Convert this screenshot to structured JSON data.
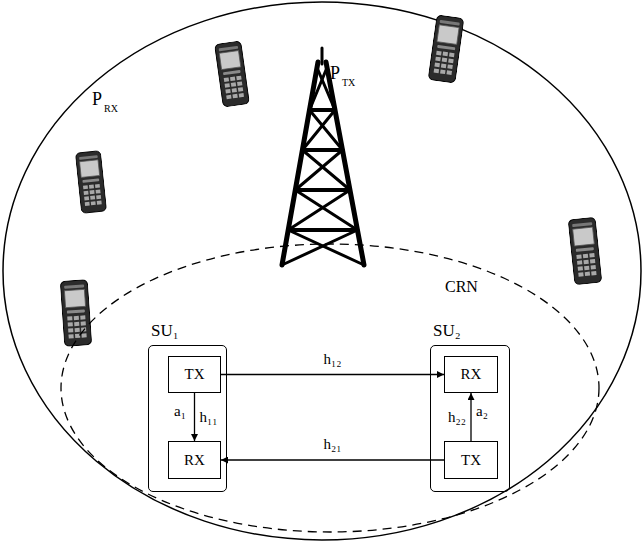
{
  "diagram": {
    "nodes": [
      {
        "text": [
          "CRN"
        ]
      },
      {
        "text": [
          "SU₁"
        ],
        "in": 0
      },
      {
        "text": [
          "TX"
        ],
        "in": 1
      },
      {
        "text": [
          "RX"
        ],
        "in": 1
      },
      {
        "text": [
          "SU₂"
        ],
        "in": 0
      },
      {
        "text": [
          "RX"
        ],
        "in": 4
      },
      {
        "text": [
          "TX"
        ],
        "in": 4
      }
    ],
    "edges": [
      {
        "from": 2,
        "to": 3,
        "arrow": "to",
        "label": "h₁₁"
      },
      {
        "from": 2,
        "to": 5,
        "arrow": "to",
        "label": "h₁₂"
      },
      {
        "from": 6,
        "to": 3,
        "arrow": "to",
        "label": "h₂₁"
      },
      {
        "from": 6,
        "to": 5,
        "arrow": "to",
        "label": "h₂₂"
      }
    ],
    "labels": [
      "P",
      "TX",
      "P",
      "RX",
      "a₁",
      "a₂"
    ]
  }
}
